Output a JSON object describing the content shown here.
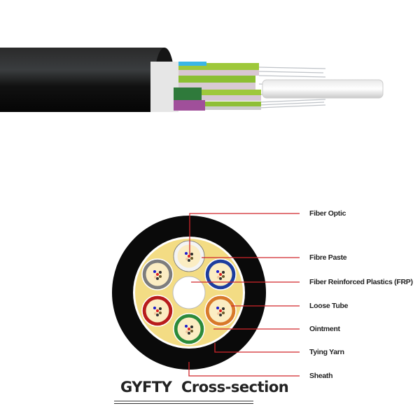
{
  "title": "GYFTY  Cross-section",
  "labels": {
    "fiber_optic": "Fiber Optic",
    "fibre_paste": "Fibre Paste",
    "frp": "Fiber Reinforced Plastics (FRP)",
    "loose_tube": "Loose Tube",
    "ointment": "Ointment",
    "tying_yarn": "Tying Yarn",
    "sheath": "Sheath"
  },
  "colors": {
    "sheath": "#0a0a0a",
    "ointment": "#f3dc84",
    "fibre_paste": "#fbedc3",
    "leader_line": "#d0262b",
    "tubes": [
      "#f4f4f4",
      "#1d3d9e",
      "#d8792a",
      "#2b8a3a",
      "#b81c1c",
      "#7d7d7d"
    ]
  }
}
